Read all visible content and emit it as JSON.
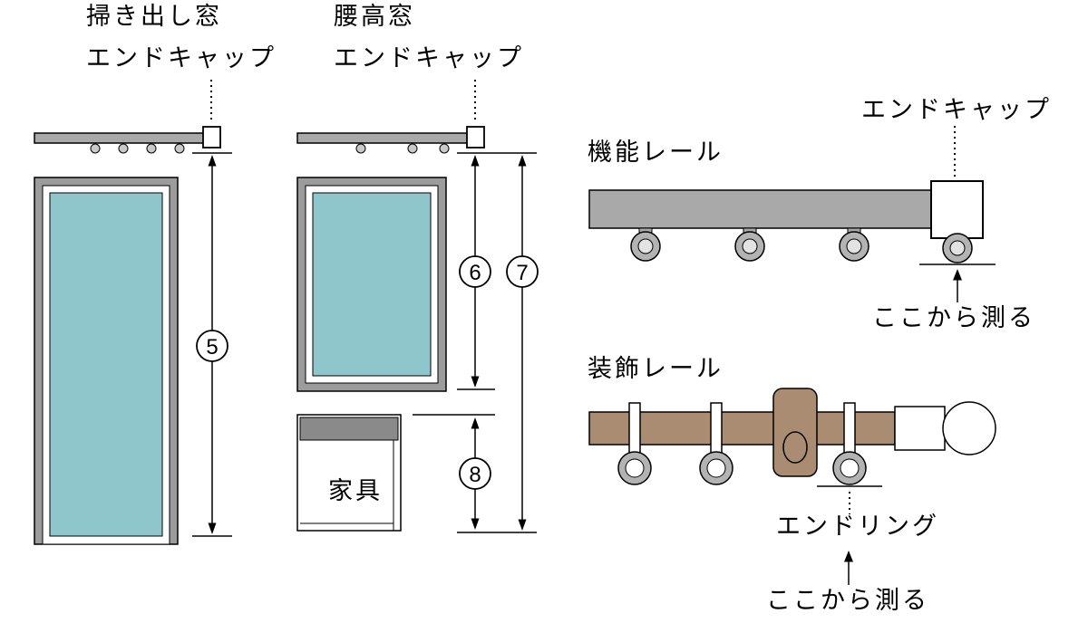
{
  "colors": {
    "rail_gray": "#a9a9a9",
    "frame_gray": "#9c9c9c",
    "glass_teal": "#8fc6cc",
    "roller_gray": "#b3b3b3",
    "wood_brown": "#aa8c72",
    "furniture_top_gray": "#8a8a8a",
    "outline": "#000000",
    "background": "#ffffff"
  },
  "left_diagram": {
    "title": "掃き出し窓",
    "endcap_label": "エンドキャップ",
    "measure_number": "5"
  },
  "middle_diagram": {
    "title": "腰高窓",
    "endcap_label": "エンドキャップ",
    "measure_to_sill": "6",
    "measure_to_floor": "7",
    "measure_furniture": "8",
    "furniture_label": "家具"
  },
  "functional_rail": {
    "title": "機能レール",
    "endcap_label": "エンドキャップ",
    "measure_note": "ここから測る"
  },
  "decorative_rail": {
    "title": "装飾レール",
    "endring_label": "エンドリング",
    "measure_note": "ここから測る"
  }
}
